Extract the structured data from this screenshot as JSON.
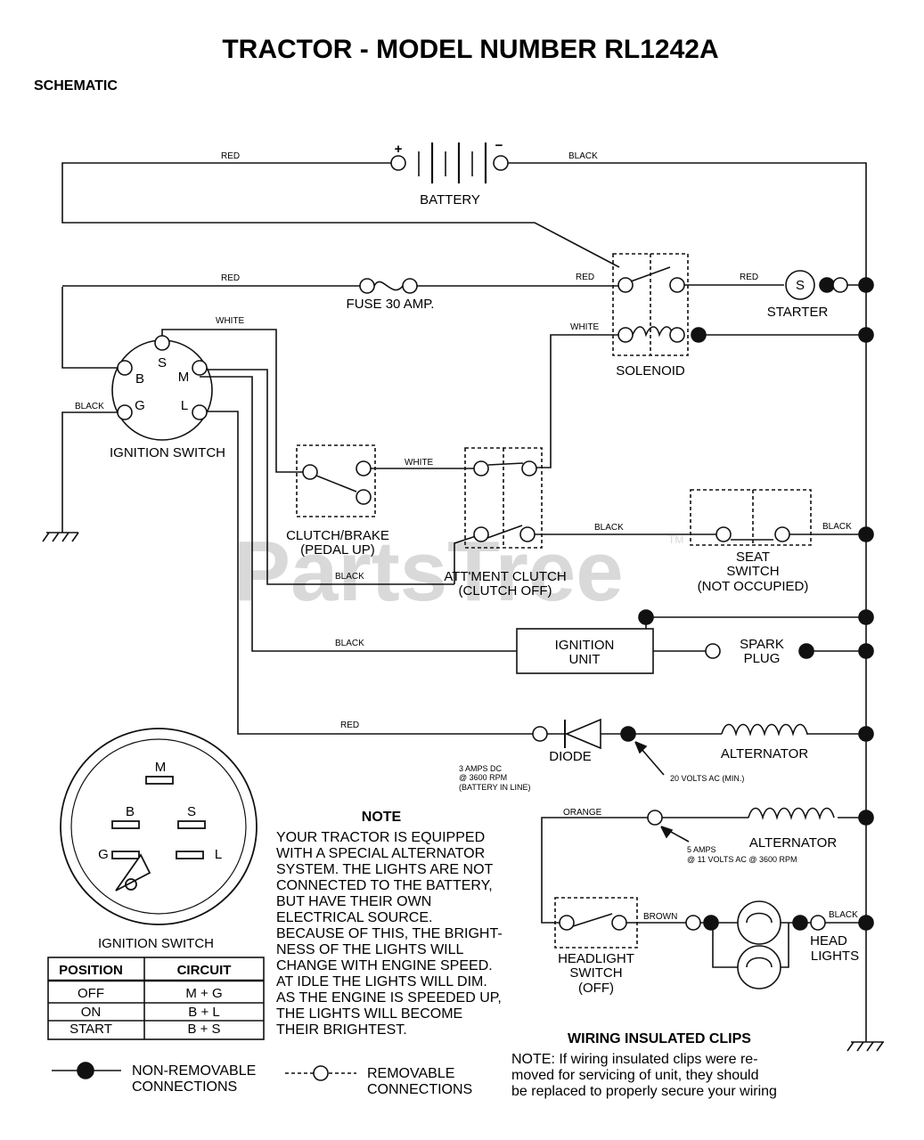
{
  "title": "TRACTOR - MODEL NUMBER RL1242A",
  "subtitle": "SCHEMATIC",
  "watermark": "PartsTree",
  "watermark_tm": "TM",
  "components": {
    "battery": "BATTERY",
    "battery_plus": "+",
    "battery_minus": "−",
    "fuse": "FUSE 30 AMP.",
    "solenoid": "SOLENOID",
    "starter": "STARTER",
    "starter_s": "S",
    "ignition_switch": "IGNITION SWITCH",
    "term_s": "S",
    "term_b": "B",
    "term_m": "M",
    "term_g": "G",
    "term_l": "L",
    "clutch_brake_1": "CLUTCH/BRAKE",
    "clutch_brake_2": "(PEDAL UP)",
    "attment_1": "ATT'MENT CLUTCH",
    "attment_2": "(CLUTCH OFF)",
    "seat_1": "SEAT",
    "seat_2": "SWITCH",
    "seat_3": "(NOT OCCUPIED)",
    "ignition_unit_1": "IGNITION",
    "ignition_unit_2": "UNIT",
    "spark_1": "SPARK",
    "spark_2": "PLUG",
    "diode": "DIODE",
    "alternator": "ALTERNATOR",
    "alternator2": "ALTERNATOR",
    "headlight_1": "HEADLIGHT",
    "headlight_2": "SWITCH",
    "headlight_3": "(OFF)",
    "headlights_1": "HEAD",
    "headlights_2": "LIGHTS"
  },
  "wires": {
    "red_top": "RED",
    "black_top": "BLACK",
    "red_fuse": "RED",
    "red_sol": "RED",
    "red_starter": "RED",
    "white_ign": "WHITE",
    "white_sol": "WHITE",
    "black_g": "BLACK",
    "white_mid": "WHITE",
    "black_mid": "BLACK",
    "black_seat": "BLACK",
    "black_cb": "BLACK",
    "black_iu": "BLACK",
    "red_diode": "RED",
    "orange": "ORANGE",
    "brown": "BROWN",
    "black_hl": "BLACK"
  },
  "ratings": {
    "diode_1": "3 AMPS DC",
    "diode_2": "@ 3600 RPM",
    "diode_3": "(BATTERY IN LINE)",
    "alt_ac": "20 VOLTS AC (MIN.)",
    "alt2_1": "5 AMPS",
    "alt2_2": "@ 11 VOLTS AC @ 3600 RPM"
  },
  "ignition_detail": {
    "m": "M",
    "b": "B",
    "s": "S",
    "g": "G",
    "l": "L",
    "caption": "IGNITION SWITCH"
  },
  "table": {
    "headers": [
      "POSITION",
      "CIRCUIT"
    ],
    "rows": [
      [
        "OFF",
        "M + G"
      ],
      [
        "ON",
        "B + L"
      ],
      [
        "START",
        "B + S"
      ]
    ]
  },
  "note": {
    "heading": "NOTE",
    "lines": [
      "YOUR TRACTOR IS EQUIPPED",
      "WITH A SPECIAL ALTERNATOR",
      "SYSTEM.  THE LIGHTS ARE NOT",
      "CONNECTED TO  THE BATTERY,",
      "BUT HAVE THEIR OWN",
      "ELECTRICAL SOURCE.",
      "BECAUSE OF THIS, THE BRIGHT-",
      "NESS OF THE LIGHTS WILL",
      "CHANGE WITH ENGINE SPEED.",
      "AT IDLE THE LIGHTS WILL DIM.",
      "AS THE ENGINE IS SPEEDED UP,",
      "THE LIGHTS WILL BECOME",
      "THEIR BRIGHTEST."
    ]
  },
  "clips": {
    "heading": "WIRING INSULATED CLIPS",
    "line1": "NOTE: If wiring insulated clips  were  re-",
    "line2": "moved  for servicing  of  unit,  they should",
    "line3": "be replaced to properly secure your wiring"
  },
  "legend": {
    "nonremovable_1": "NON-REMOVABLE",
    "nonremovable_2": "CONNECTIONS",
    "removable_1": "REMOVABLE",
    "removable_2": "CONNECTIONS"
  }
}
